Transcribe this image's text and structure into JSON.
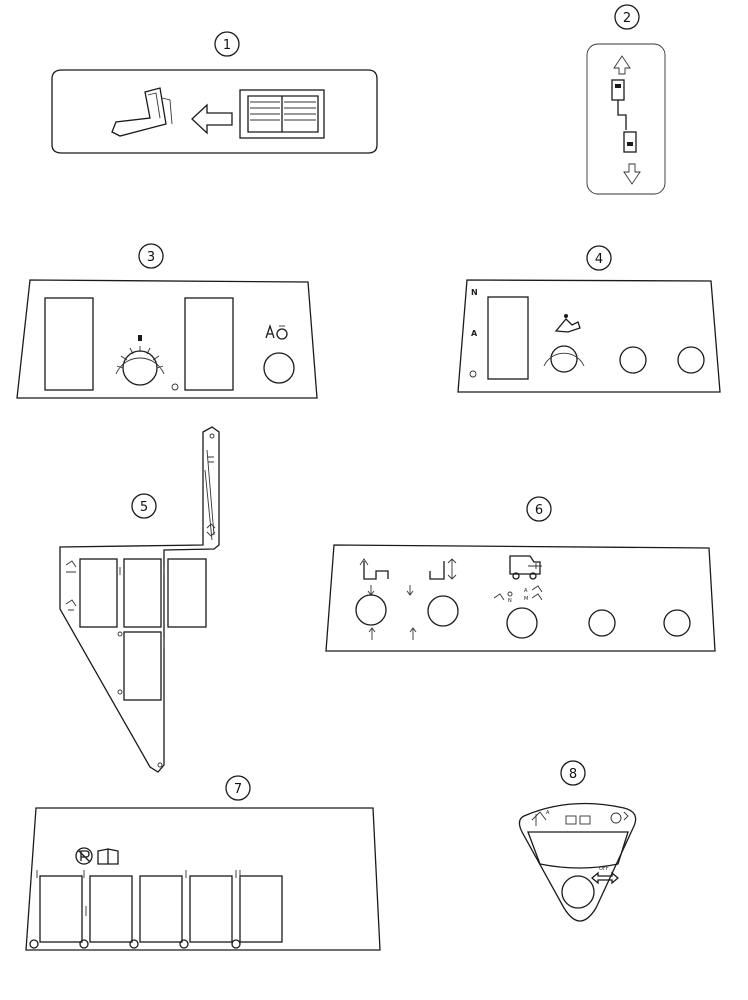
{
  "callouts": [
    {
      "id": "1",
      "label": "1"
    },
    {
      "id": "2",
      "label": "2"
    },
    {
      "id": "3",
      "label": "3"
    },
    {
      "id": "4",
      "label": "4"
    },
    {
      "id": "5",
      "label": "5"
    },
    {
      "id": "6",
      "label": "6"
    },
    {
      "id": "7",
      "label": "7"
    },
    {
      "id": "8",
      "label": "8"
    }
  ],
  "panel_marks": {
    "decal4_top": "N",
    "decal4_mid": "A",
    "decal6_n": "N",
    "decal6_a": "A",
    "decal6_m": "M",
    "decal8_a": "A",
    "decal8_off": "OFF"
  },
  "icons": {
    "decal1": [
      "seat-icon",
      "arrow-left-icon",
      "manual-book-icon"
    ],
    "decal2": [
      "arrow-up-icon",
      "shift-pattern-icon",
      "arrow-down-icon"
    ],
    "decal3": [
      "speed-dial-icon",
      "auto-mode-icon"
    ],
    "decal4": [
      "operator-lift-icon",
      "dial-icon"
    ],
    "decal5": [
      "hitch-icon",
      "arrow-up-down-icon"
    ],
    "decal6": [
      "lift-up-icon",
      "lift-down-icon",
      "pto-icon"
    ],
    "decal7": [
      "parking-brake-icon",
      "manual-book-icon"
    ],
    "decal8": [
      "auto-icon",
      "window-icon",
      "fan-icon",
      "arrow-left-right-icon"
    ]
  }
}
